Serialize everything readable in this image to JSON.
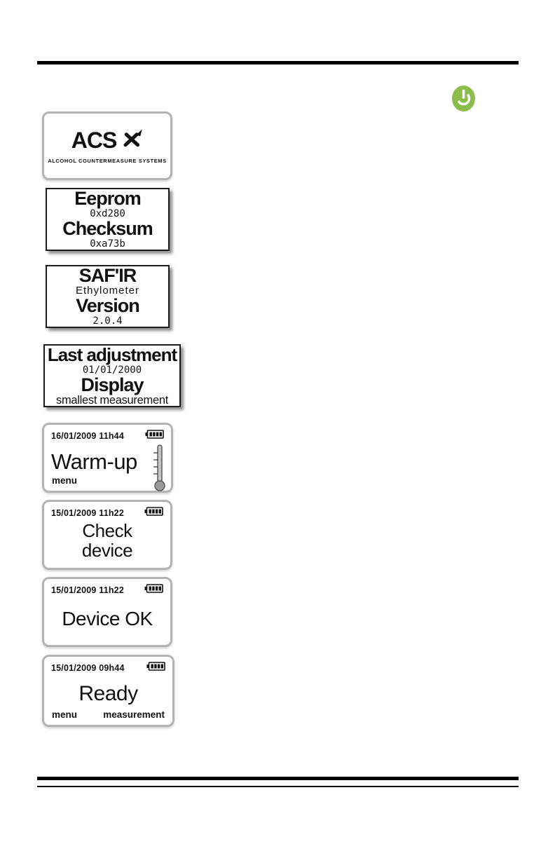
{
  "power_button": {
    "color": "#8cbd4a"
  },
  "screens": {
    "acs": {
      "title": "ACS",
      "subtitle": "ALCOHOL COUNTERMEASURE SYSTEMS"
    },
    "eeprom": {
      "heading1": "Eeprom",
      "value1": "0xd280",
      "heading2": "Checksum",
      "value2": "0xa73b"
    },
    "version": {
      "heading1": "SAF'IR",
      "value1": "Ethylometer",
      "heading2": "Version",
      "value2": "2.0.4"
    },
    "adjustment": {
      "heading1": "Last adjustment",
      "value1": "01/01/2000",
      "heading2": "Display",
      "value2": "smallest measurement"
    },
    "warmup": {
      "datetime": "16/01/2009 11h44",
      "main": "Warm-up",
      "softkey_left": "menu"
    },
    "check": {
      "datetime": "15/01/2009 11h22",
      "main": "Check\ndevice"
    },
    "device_ok": {
      "datetime": "15/01/2009 11h22",
      "main": "Device OK"
    },
    "ready": {
      "datetime": "15/01/2009 09h44",
      "main": "Ready",
      "softkey_left": "menu",
      "softkey_right": "measurement"
    }
  }
}
